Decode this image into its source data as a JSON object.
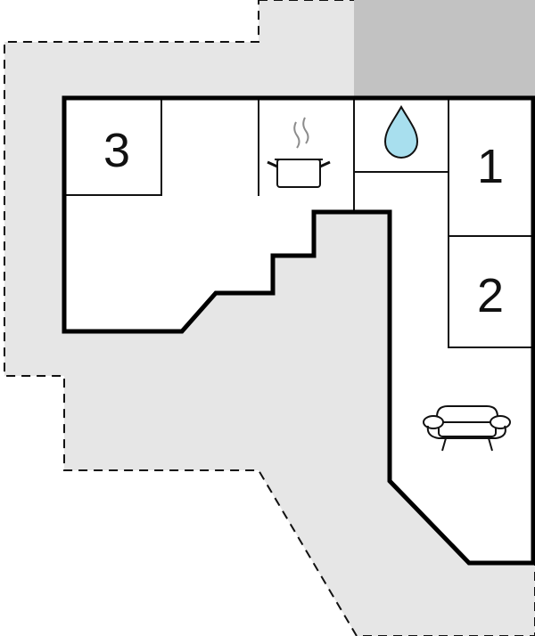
{
  "floorplan": {
    "rooms": [
      {
        "id": "bedroom-3",
        "label": "3"
      },
      {
        "id": "bedroom-1",
        "label": "1"
      },
      {
        "id": "bedroom-2",
        "label": "2"
      }
    ],
    "icons": {
      "kitchen": "cooking-pot-icon",
      "bathroom": "water-drop-icon",
      "living": "sofa-icon"
    },
    "colors": {
      "terrace": "#e6e6e6",
      "covered_area": "#c2c2c2",
      "walls": "#000000",
      "water_drop": "#a8dfee",
      "steam": "#8c8c8c"
    }
  }
}
